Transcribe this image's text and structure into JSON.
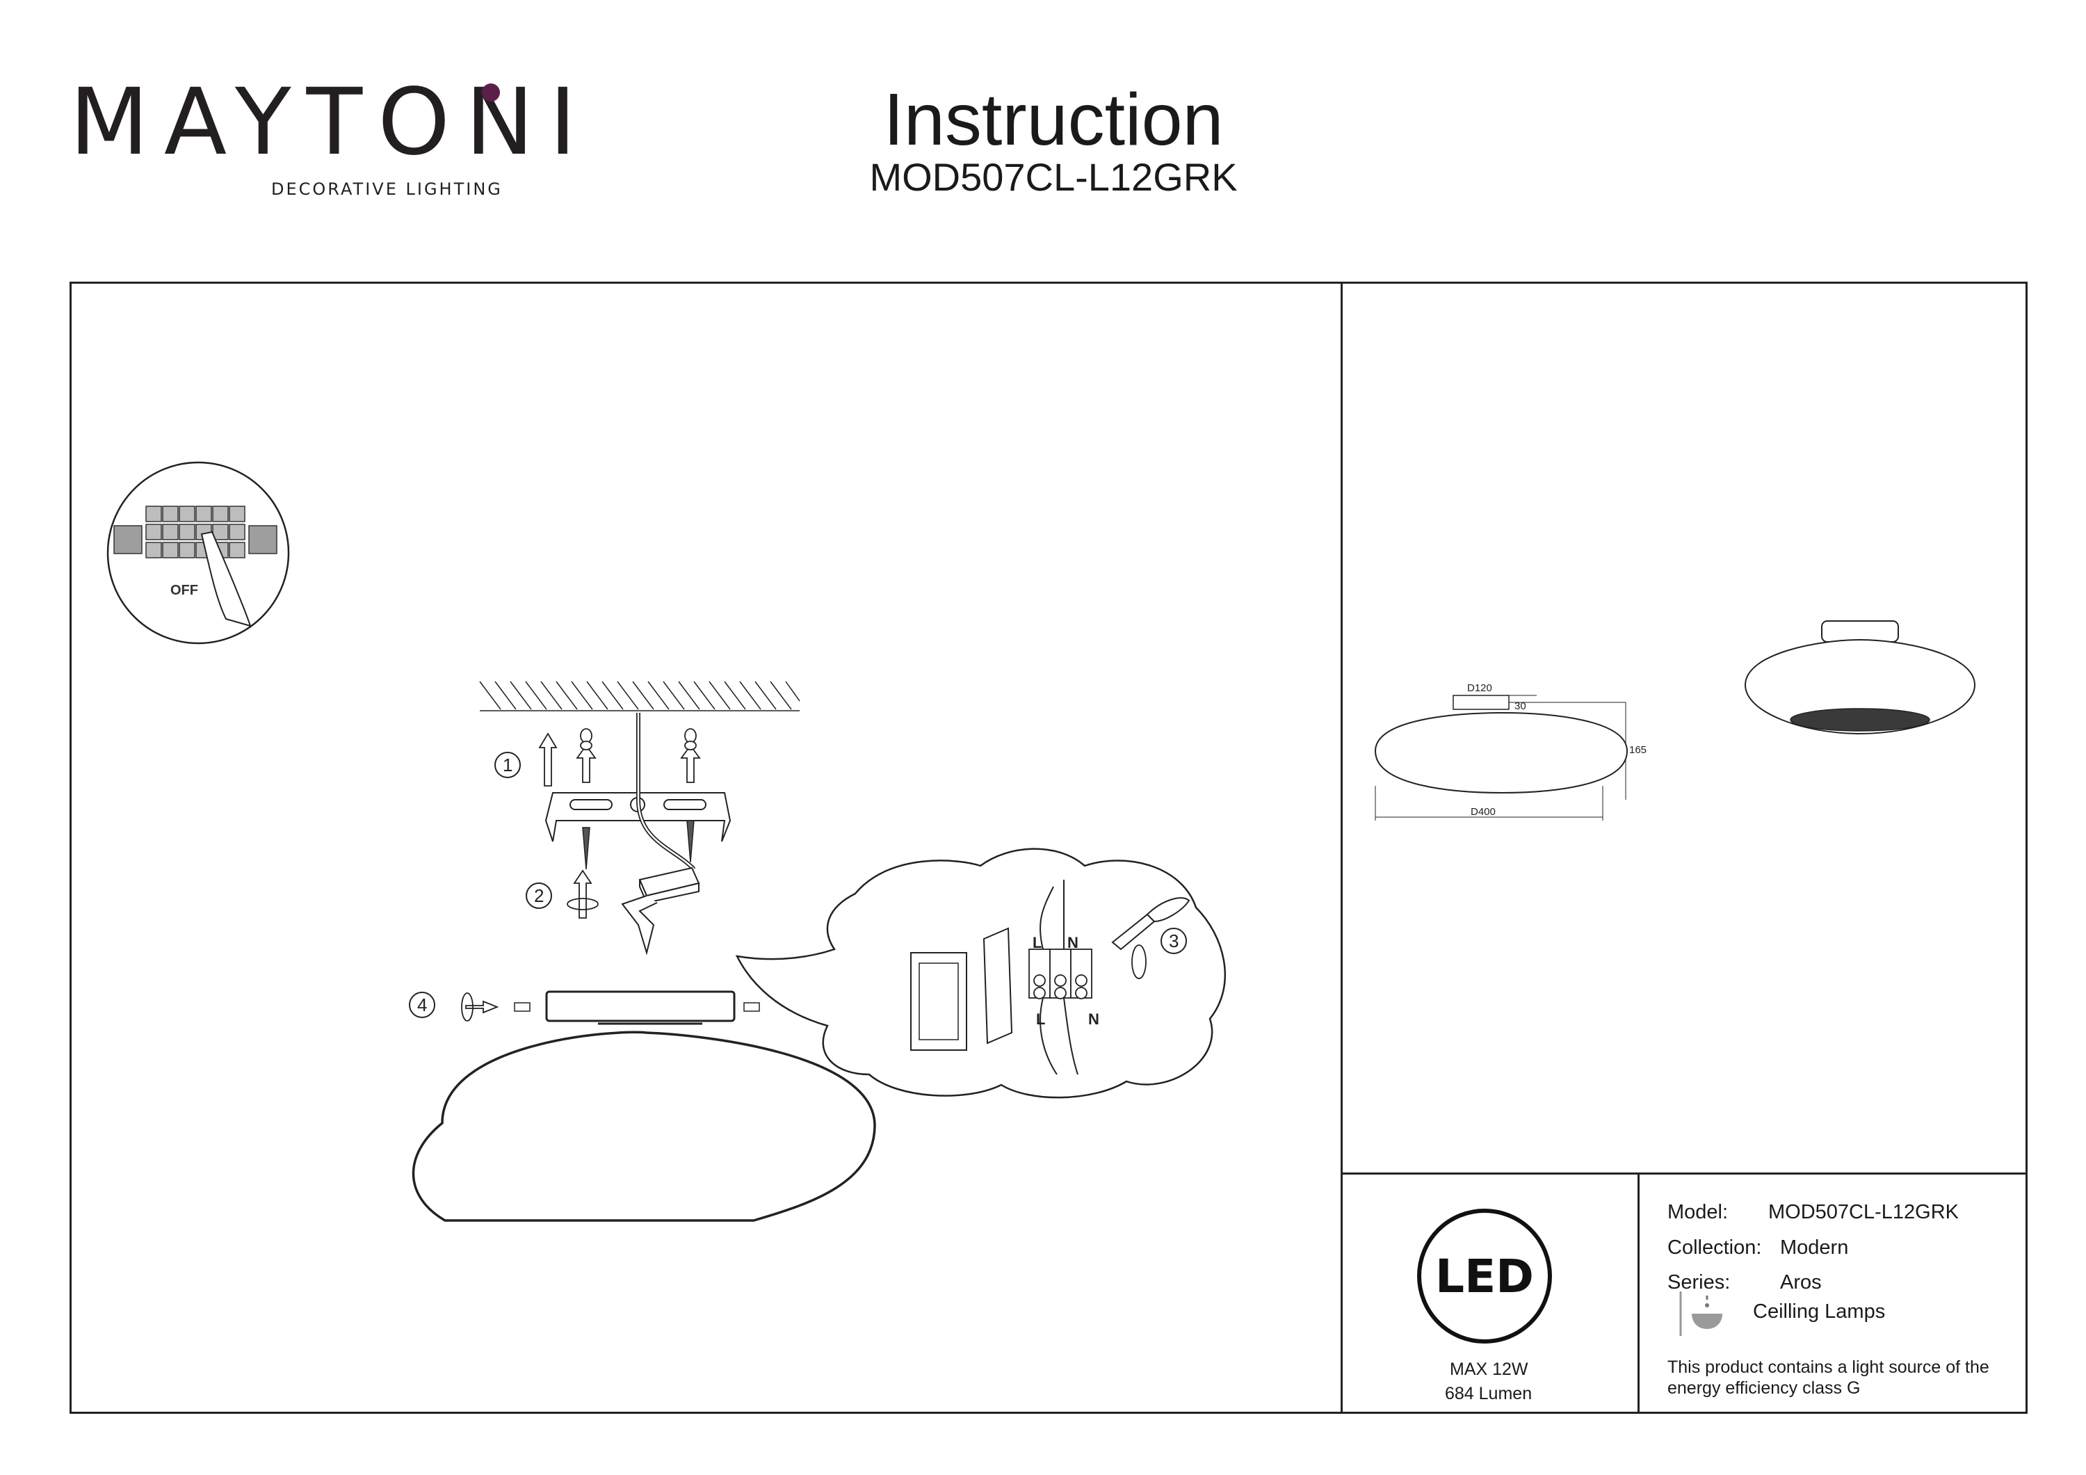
{
  "brand": {
    "name": "MAYTONI",
    "tagline": "DECORATIVE LIGHTING"
  },
  "header": {
    "title": "Instruction",
    "model": "MOD507CL-L12GRK"
  },
  "steps": {
    "s1": "1",
    "s2": "2",
    "s3": "3",
    "s4": "4"
  },
  "switch_label": "OFF",
  "wiring": {
    "L_top": "L",
    "N_top": "N",
    "L_bottom": "L",
    "N_bottom": "N"
  },
  "dimensions": {
    "d120": "D120",
    "h30": "30",
    "h165": "165",
    "d400": "D400"
  },
  "led": {
    "badge": "LED",
    "max_power": "MAX 12W",
    "lumen": "684 Lumen"
  },
  "specs": {
    "model_label": "Model:",
    "model_value": "MOD507CL-L12GRK",
    "collection_label": "Collection:",
    "collection_value": "Modern",
    "series_label": "Series:",
    "series_value": "Aros",
    "type_value": "Ceilling Lamps",
    "energy_note_1": "This product contains a light source of the",
    "energy_note_2": "energy efficiency class G"
  },
  "colors": {
    "brand_accent": "#5c1f4c",
    "line": "#222222"
  }
}
